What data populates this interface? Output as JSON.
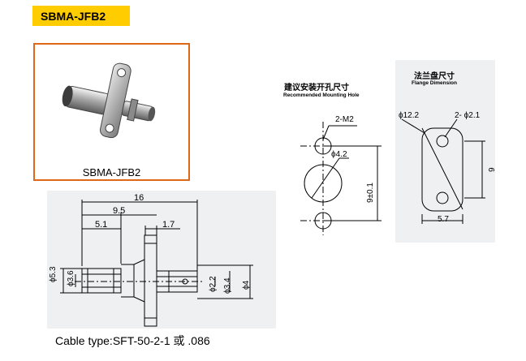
{
  "header": {
    "model": "SBMA-JFB2"
  },
  "photo": {
    "caption": "SBMA-JFB2"
  },
  "side_view": {
    "dim_total": "16",
    "dim_95": "9.5",
    "dim_51": "5.1",
    "dim_17": "1.7",
    "dia_53": "ϕ5.3",
    "dia_36": "ϕ3.6",
    "dia_22": "ϕ2.2",
    "dia_34": "ϕ3.4",
    "dia_4": "ϕ4"
  },
  "mounting_hole": {
    "title_cn": "建议安装开孔尺寸",
    "title_en": "Recommended Mounting Hole",
    "thread": "2-M2",
    "dia": "ϕ4.2",
    "spacing": "9±0.1"
  },
  "flange": {
    "title_cn": "法兰盘尺寸",
    "title_en": "Flange Dimension",
    "dia_body": "ϕ12.2",
    "holes": "2- ϕ2.1",
    "height": "9",
    "width": "5.7"
  },
  "footer": {
    "cable_type": "Cable type:SFT-50-2-1 或 .086"
  }
}
